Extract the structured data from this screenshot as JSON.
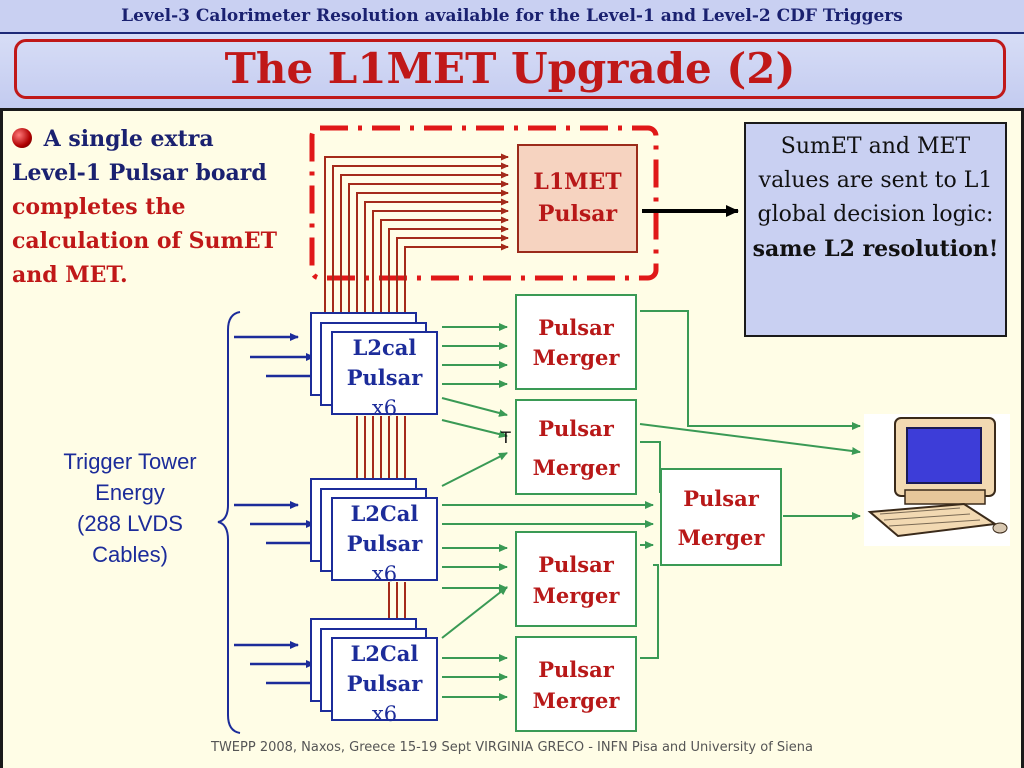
{
  "header": {
    "top_banner": "Level-3 Calorimeter Resolution available for the Level-1 and Level-2 CDF Triggers",
    "title": "The L1MET Upgrade (2)"
  },
  "bullet": {
    "part1": "A single extra Level-1 Pulsar board",
    "part2": "completes the calculation of SumET and MET."
  },
  "infobox": {
    "text": "SumET and MET values are sent to L1 global decision logic:",
    "bold": "same L2 resolution!"
  },
  "l1met": {
    "line1": "L1MET",
    "line2": "Pulsar"
  },
  "l2cal_boards": [
    {
      "line1": "L2cal",
      "line2": "Pulsar",
      "mult": "x6"
    },
    {
      "line1": "L2Cal",
      "line2": "Pulsar",
      "mult": "x6"
    },
    {
      "line1": "L2Cal",
      "line2": "Pulsar",
      "mult": "x6"
    }
  ],
  "mergers": [
    {
      "line1": "Pulsar",
      "line2": "Merger"
    },
    {
      "line1": "Pulsar",
      "line2": "Merger"
    },
    {
      "line1": "Pulsar",
      "line2": "Merger"
    },
    {
      "line1": "Pulsar",
      "line2": "Merger"
    },
    {
      "line1": "Pulsar",
      "line2": "Merger"
    }
  ],
  "trigger_label": {
    "line1": "Trigger Tower",
    "line2": "Energy",
    "line3": "(288 LVDS",
    "line4": "Cables)"
  },
  "cursor_text": "T",
  "footer": "TWEPP 2008, Naxos, Greece 15-19 Sept VIRGINIA GRECO - INFN Pisa and University of Siena",
  "colors": {
    "title_red": "#c01818",
    "navy": "#1a2170",
    "board_blue": "#1c2c9a",
    "merger_green": "#3a9a55",
    "wire_red": "#a42a1a"
  }
}
